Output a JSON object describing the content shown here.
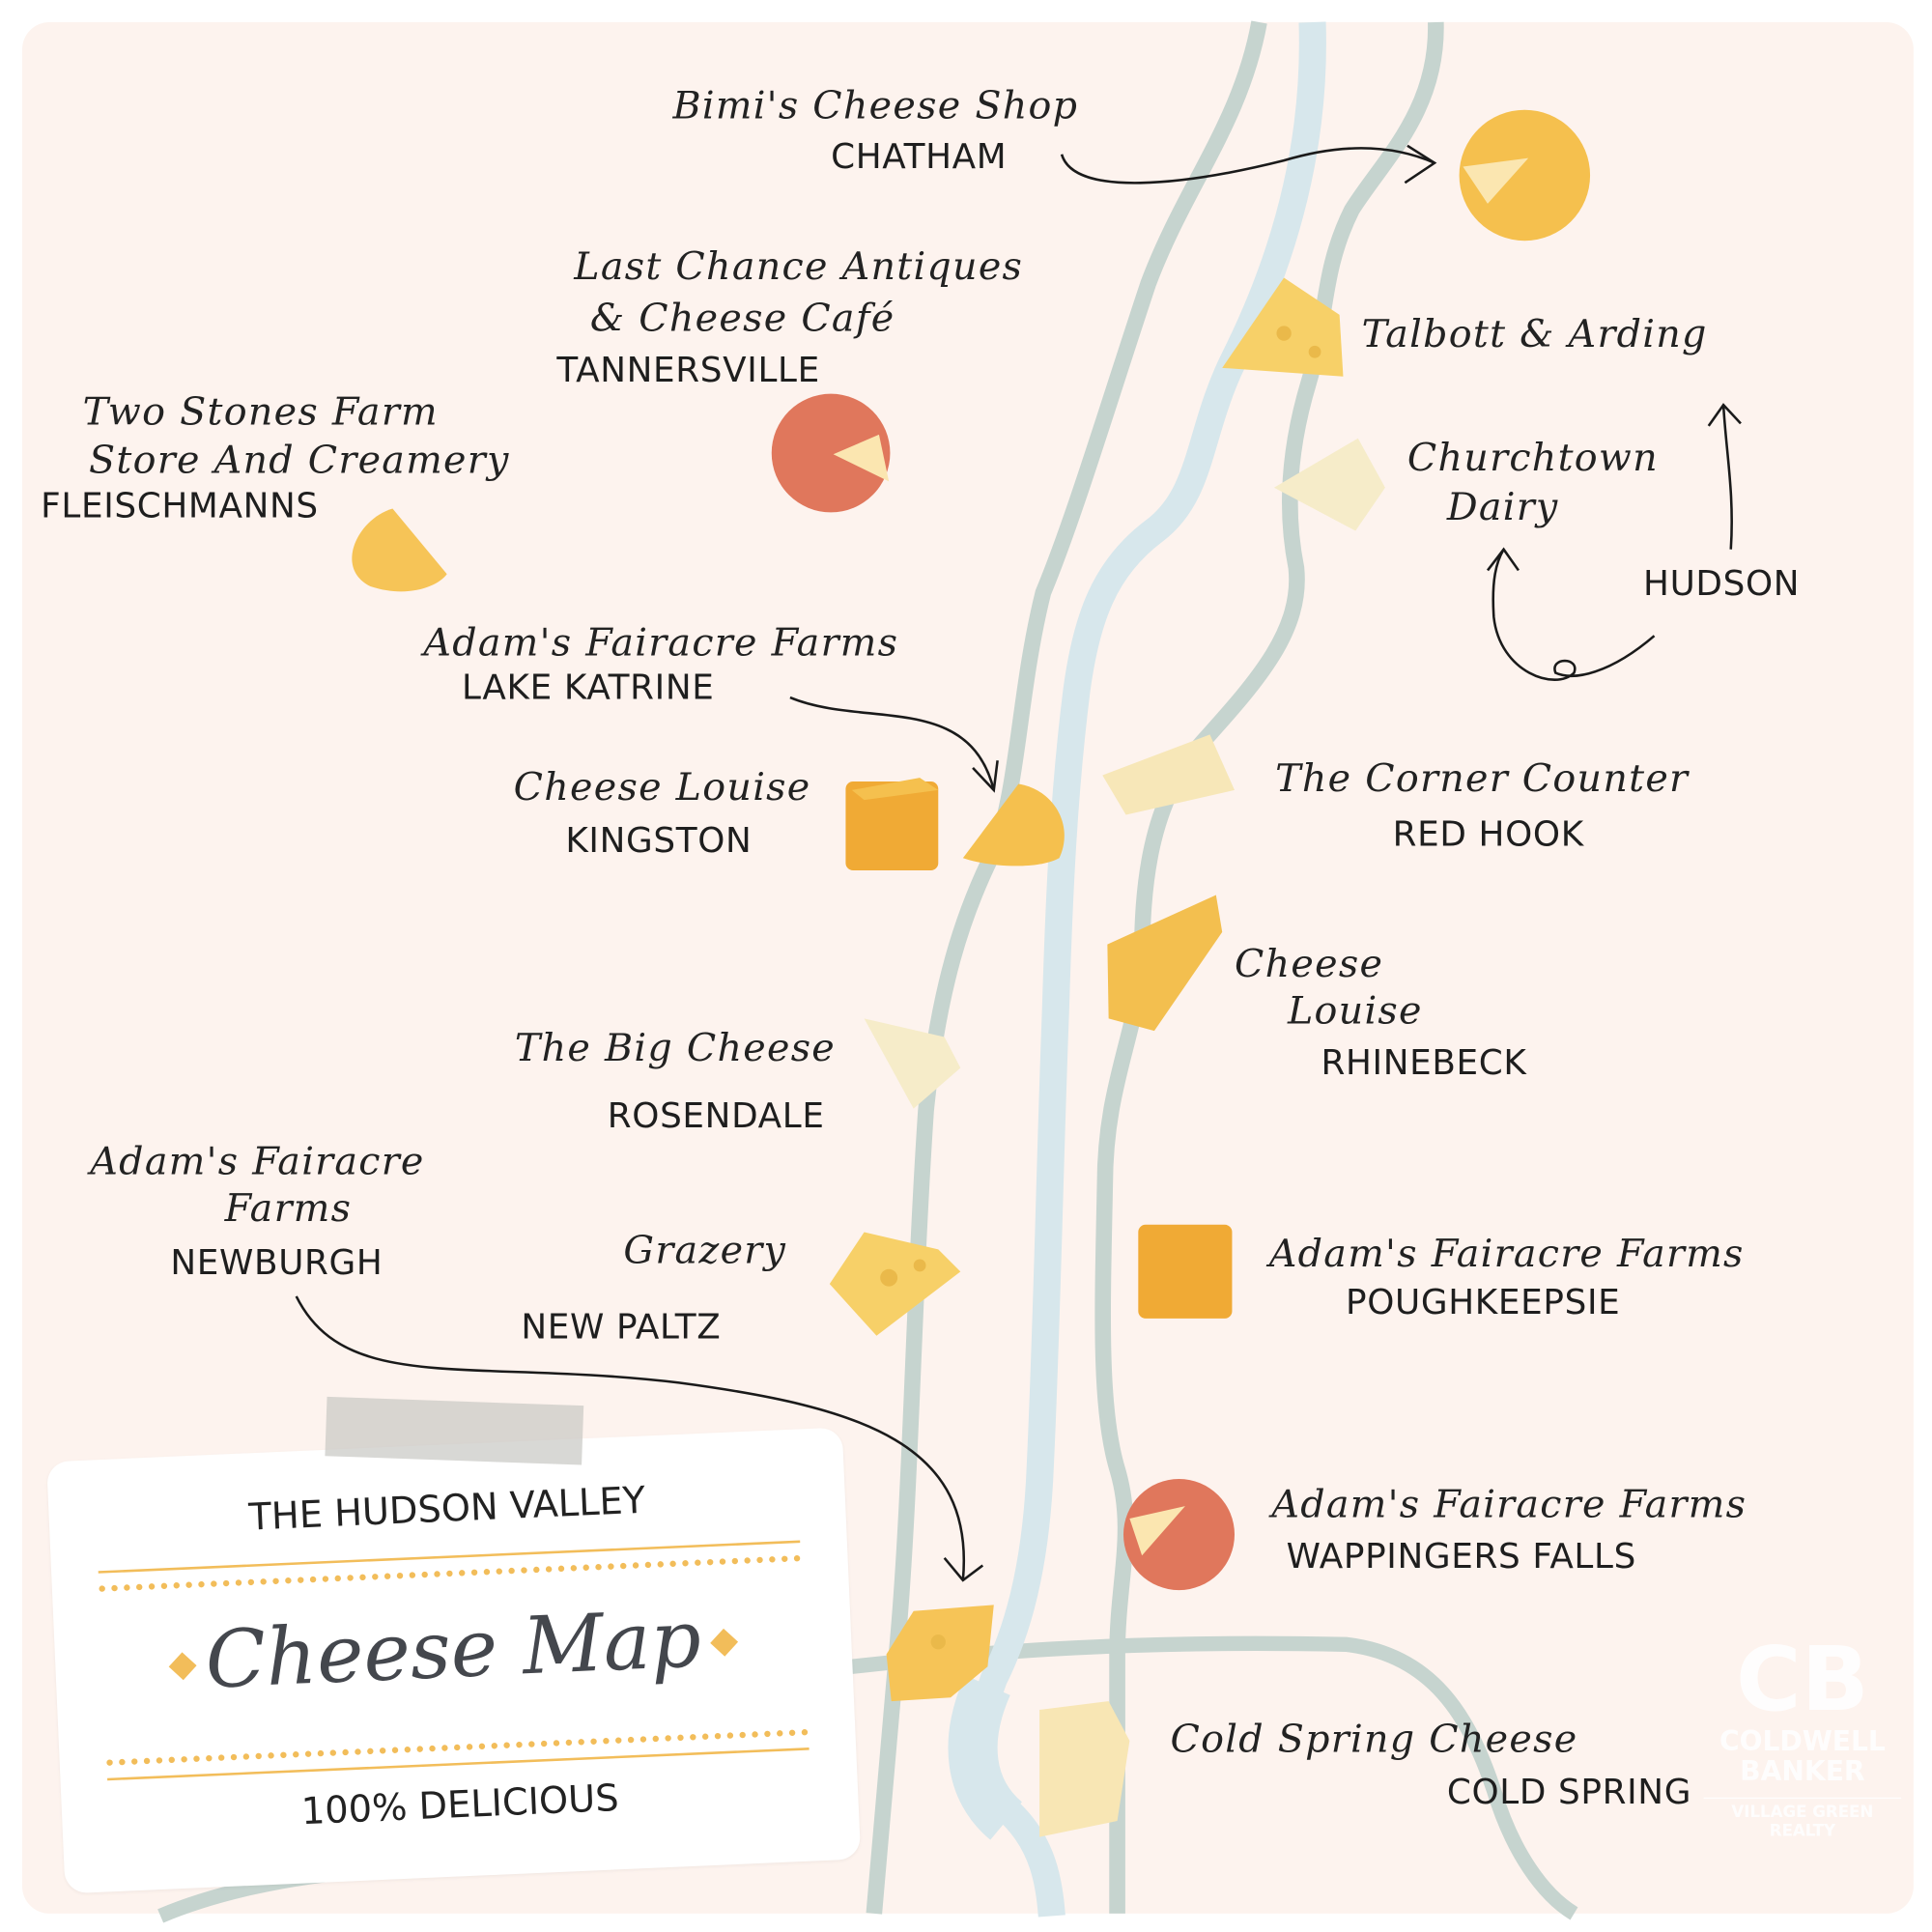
{
  "title_card": {
    "top": "THE HUDSON VALLEY",
    "main": "Cheese Map",
    "bottom": "100% DELICIOUS"
  },
  "locations": [
    {
      "name": [
        "Bimi's Cheese Shop"
      ],
      "town": "CHATHAM"
    },
    {
      "name": [
        "Last Chance Antiques",
        "& Cheese Café"
      ],
      "town": "TANNERSVILLE"
    },
    {
      "name": [
        "Two Stones Farm",
        "Store And Creamery"
      ],
      "town": "FLEISCHMANNS"
    },
    {
      "name": [
        "Adam's Fairacre Farms"
      ],
      "town": "LAKE KATRINE"
    },
    {
      "name": [
        "Cheese Louise"
      ],
      "town": "KINGSTON"
    },
    {
      "name": [
        "Talbott & Arding"
      ],
      "town": ""
    },
    {
      "name": [
        "Churchtown",
        "Dairy"
      ],
      "town": "HUDSON"
    },
    {
      "name": [
        "The Corner Counter"
      ],
      "town": "RED HOOK"
    },
    {
      "name": [
        "Cheese",
        "Louise"
      ],
      "town": "RHINEBECK"
    },
    {
      "name": [
        "The Big Cheese"
      ],
      "town": "ROSENDALE"
    },
    {
      "name": [
        "Adam's Fairacre",
        "Farms"
      ],
      "town": "NEWBURGH"
    },
    {
      "name": [
        "Grazery"
      ],
      "town": "NEW PALTZ"
    },
    {
      "name": [
        "Adam's Fairacre Farms"
      ],
      "town": "POUGHKEEPSIE"
    },
    {
      "name": [
        "Adam's Fairacre Farms"
      ],
      "town": "WAPPINGERS FALLS"
    },
    {
      "name": [
        "Cold Spring Cheese"
      ],
      "town": "COLD SPRING"
    }
  ],
  "logo": {
    "brand": "COLDWELL BANKER",
    "sub": "VILLAGE GREEN REALTY",
    "mark": "CB"
  },
  "colors": {
    "background": "#fdf3ee",
    "river": "#d7e7ec",
    "road": "#c6d4cf",
    "cheese_yellow": "#f5c04e",
    "cheese_orange": "#f0aa35",
    "wax_red": "#e0775c",
    "accent": "#f2bd5a"
  }
}
